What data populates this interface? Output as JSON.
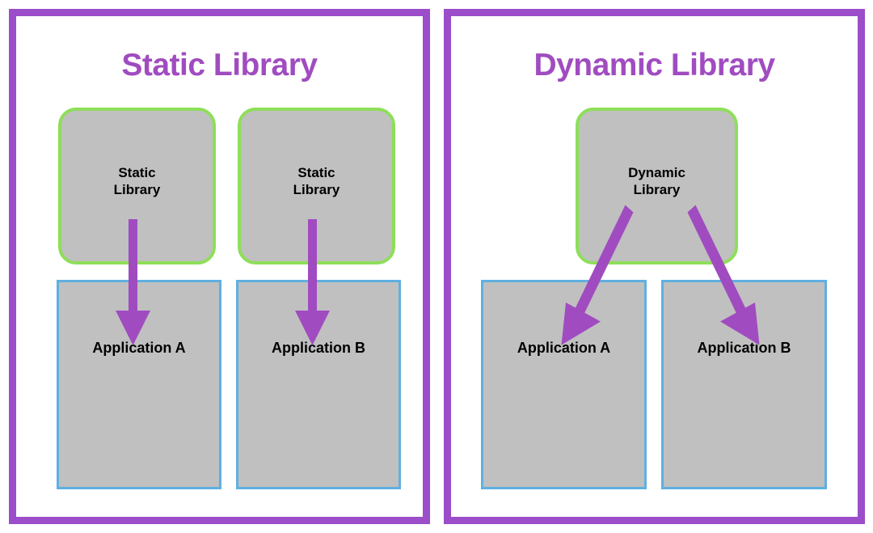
{
  "diagram": {
    "title": "Static Library vs Dynamic Library linking diagram",
    "colors": {
      "frame_purple": "#9b4dca",
      "title_purple": "#a04cc0",
      "library_border_green": "#8ede5a",
      "application_border_blue": "#5fb0e0",
      "box_fill_gray": "#c0c0c0",
      "arrow_purple": "#a04cc0",
      "background": "#ffffff",
      "text_black": "#000000"
    }
  },
  "panels": [
    {
      "id": "static",
      "title": "Static Library",
      "libraries": [
        {
          "label_line1": "Static",
          "label_line2": "Library"
        },
        {
          "label_line1": "Static",
          "label_line2": "Library"
        }
      ],
      "applications": [
        {
          "label": "Application A"
        },
        {
          "label": "Application B"
        }
      ],
      "arrows": [
        {
          "from": "library-1",
          "to": "application-a",
          "direction": "down"
        },
        {
          "from": "library-2",
          "to": "application-b",
          "direction": "down"
        }
      ]
    },
    {
      "id": "dynamic",
      "title": "Dynamic Library",
      "libraries": [
        {
          "label_line1": "Dynamic",
          "label_line2": "Library"
        }
      ],
      "applications": [
        {
          "label": "Application A"
        },
        {
          "label": "Application B"
        }
      ],
      "arrows": [
        {
          "from": "library-1",
          "to": "application-a",
          "direction": "down-left"
        },
        {
          "from": "library-1",
          "to": "application-b",
          "direction": "down-right"
        }
      ]
    }
  ]
}
